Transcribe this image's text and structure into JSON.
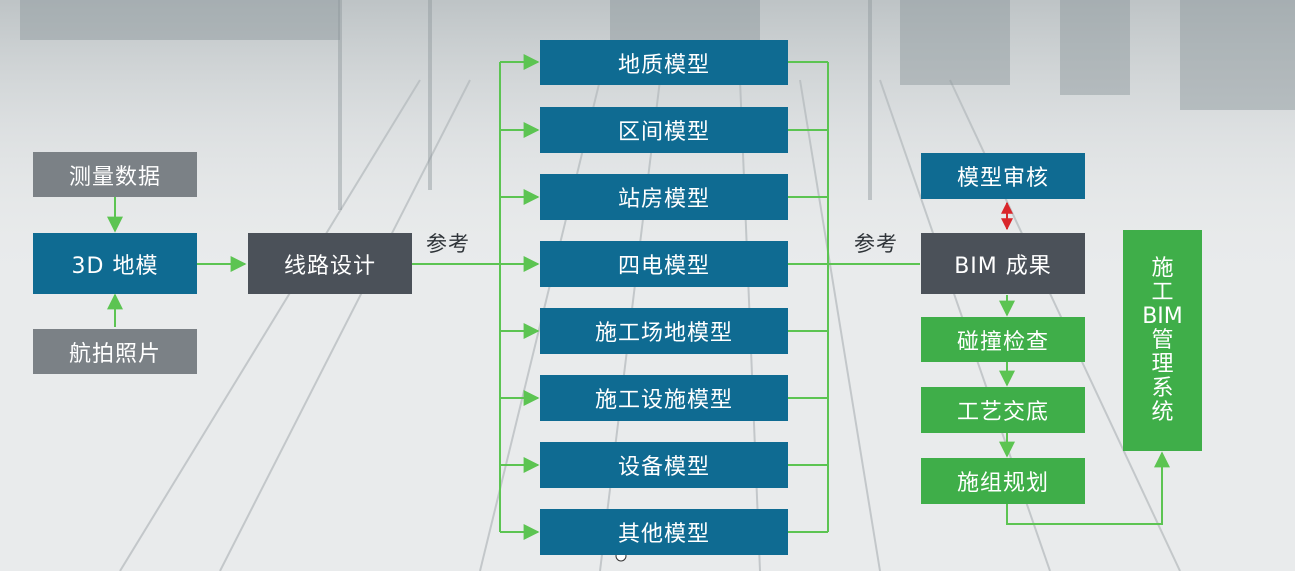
{
  "inputs": {
    "survey_data": "测量数据",
    "terrain_3d": "3D 地模",
    "aerial_photo": "航拍照片"
  },
  "route_design": "线路设计",
  "reference_labels": {
    "left": "参考",
    "right": "参考"
  },
  "models": [
    "地质模型",
    "区间模型",
    "站房模型",
    "四电模型",
    "施工场地模型",
    "施工设施模型",
    "设备模型",
    "其他模型"
  ],
  "review": "模型审核",
  "bim_result": "BIM 成果",
  "process_steps": [
    "碰撞检查",
    "工艺交底",
    "施组规划"
  ],
  "management_system": [
    "施",
    "工",
    "BIM",
    "管",
    "理",
    "系",
    "统"
  ],
  "colors": {
    "input_gray": "#7b8186",
    "route_dark": "#4b5159",
    "model_blue": "#0f6b92",
    "process_green": "#3fae49",
    "connector_green": "#5cc452",
    "review_arrow_red": "#d9262b"
  }
}
